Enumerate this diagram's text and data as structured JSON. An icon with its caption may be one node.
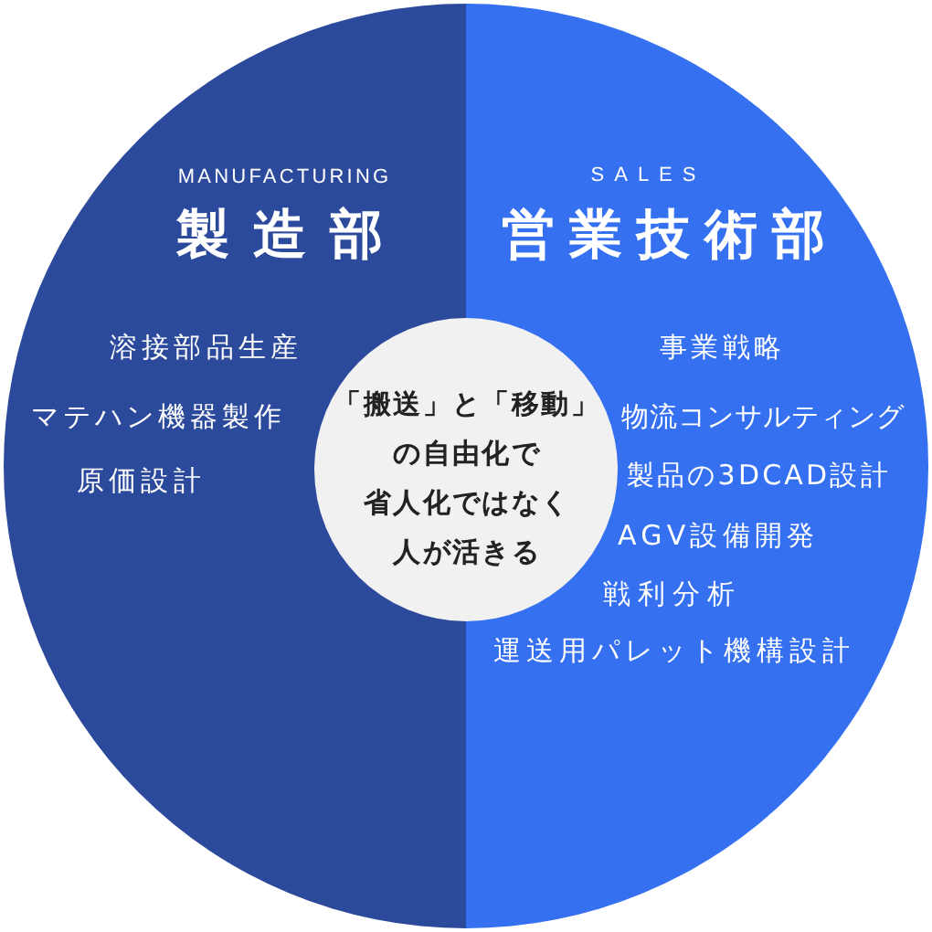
{
  "diagram": {
    "nodes": [
      {
        "text": [
          "MANUFACTURING",
          "製造部",
          "溶接部品生産",
          "マテハン機器製作",
          "原価設計"
        ]
      },
      {
        "text": [
          "SALES",
          "営業技術部",
          "事業戦略",
          "物流コンサルティング",
          "製品の3DCAD設計",
          "AGV設備開発",
          "戦利分析",
          "運送用パレット機構設計"
        ]
      },
      {
        "text": [
          "「搬送」と「移動」の自由化で省人化ではなく人が活きる"
        ]
      }
    ]
  }
}
